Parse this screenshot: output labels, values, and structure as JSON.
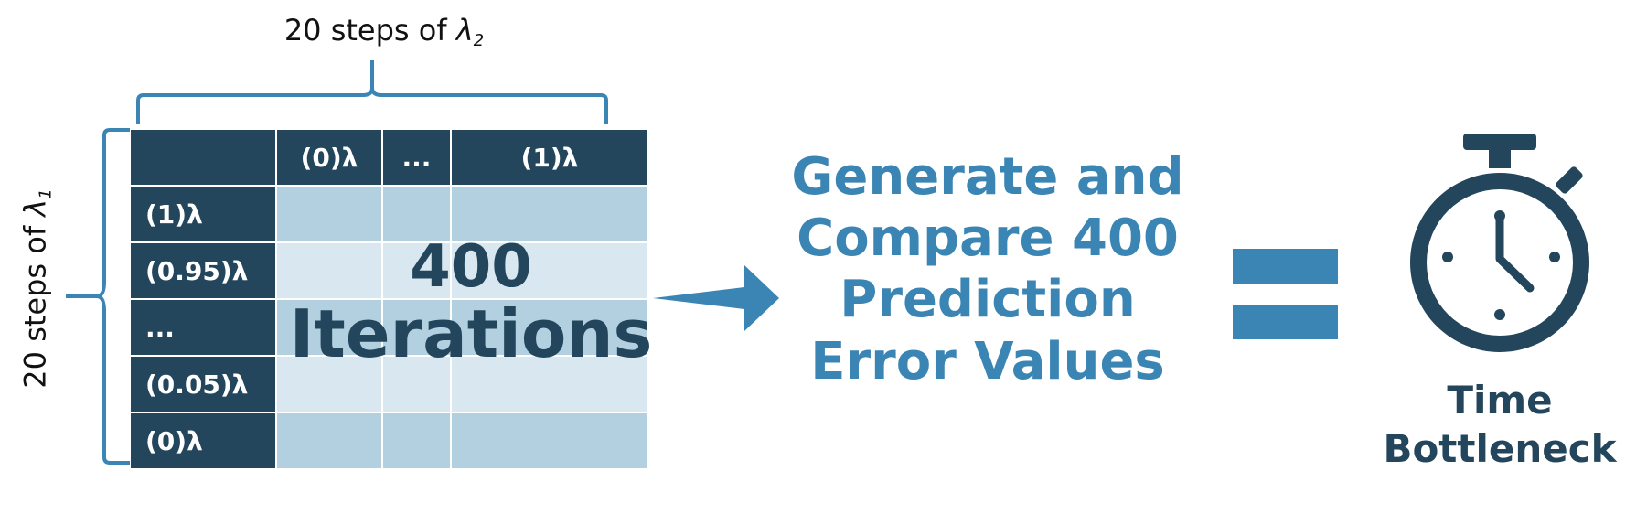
{
  "labels": {
    "top_prefix": "20 steps of ",
    "top_symbol": "λ",
    "top_subscript": "2",
    "left_prefix": "20 steps of ",
    "left_symbol": "λ",
    "left_subscript": "1"
  },
  "grid": {
    "columns": [
      "(0)λ",
      "...",
      "(1)λ"
    ],
    "rows": [
      "(1)λ",
      "(0.95)λ",
      "...",
      "(0.05)λ",
      "(0)λ"
    ]
  },
  "overlay": {
    "count": "400",
    "word": "Iterations"
  },
  "generate": {
    "lines": [
      "Generate and",
      "Compare 400",
      "Prediction",
      "Error Values"
    ]
  },
  "result": {
    "line1": "Time",
    "line2": "Bottleneck"
  },
  "colors": {
    "dark": "#23465c",
    "accent": "#3b85b4",
    "cell": "#b3d0e1",
    "cell_alt": "#d8e7f0"
  },
  "icons": [
    "stopwatch-icon",
    "arrow-right-icon",
    "equals-icon"
  ]
}
